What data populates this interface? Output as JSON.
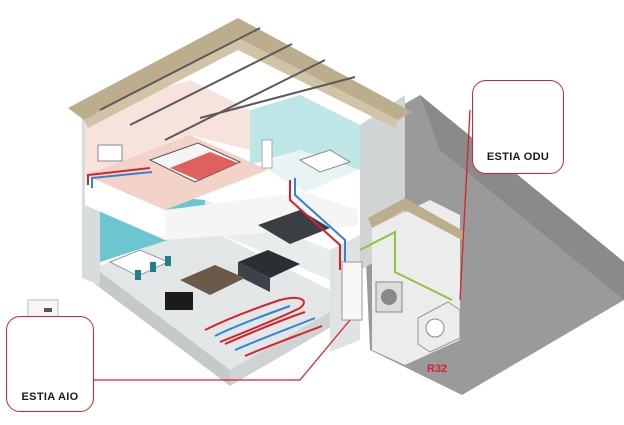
{
  "labels": {
    "odu": "ESTIA ODU",
    "aio": "ESTIA AIO",
    "refrigerant": "R32"
  },
  "colors": {
    "accent_red": "#d7222b",
    "roof": "#bfae8c",
    "wall": "#e9ebea",
    "shadow": "#8f8f8f",
    "pipe_blue": "#2f86d6",
    "pipe_green": "#8fc43c"
  },
  "icons": [
    "outdoor-unit-icon",
    "all-in-one-unit-icon",
    "heat-pump-icon"
  ]
}
